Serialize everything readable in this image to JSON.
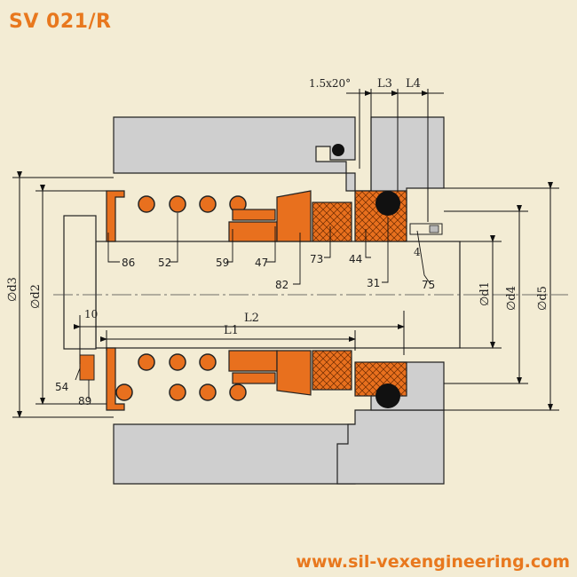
{
  "title": "SV 021/R",
  "website": "www.sil-vexengineering.com",
  "colors": {
    "background": "#f3ecd4",
    "housing": "#cfcfcf",
    "seal_face": "#e8701e",
    "outline": "#222222",
    "accent_text": "#e8781e"
  },
  "dimensions": {
    "d1": "∅d1",
    "d2": "∅d2",
    "d3": "∅d3",
    "d4": "∅d4",
    "d5": "∅d5",
    "L1": "L1",
    "L2": "L2",
    "L3": "L3",
    "L4": "L4",
    "chamfer": "1.5x20°",
    "ten": "10",
    "four": "4"
  },
  "parts": {
    "p86": "86",
    "p52": "52",
    "p59": "59",
    "p47": "47",
    "p82": "82",
    "p73": "73",
    "p44": "44",
    "p31": "31",
    "p75": "75",
    "p54": "54",
    "p89": "89"
  }
}
